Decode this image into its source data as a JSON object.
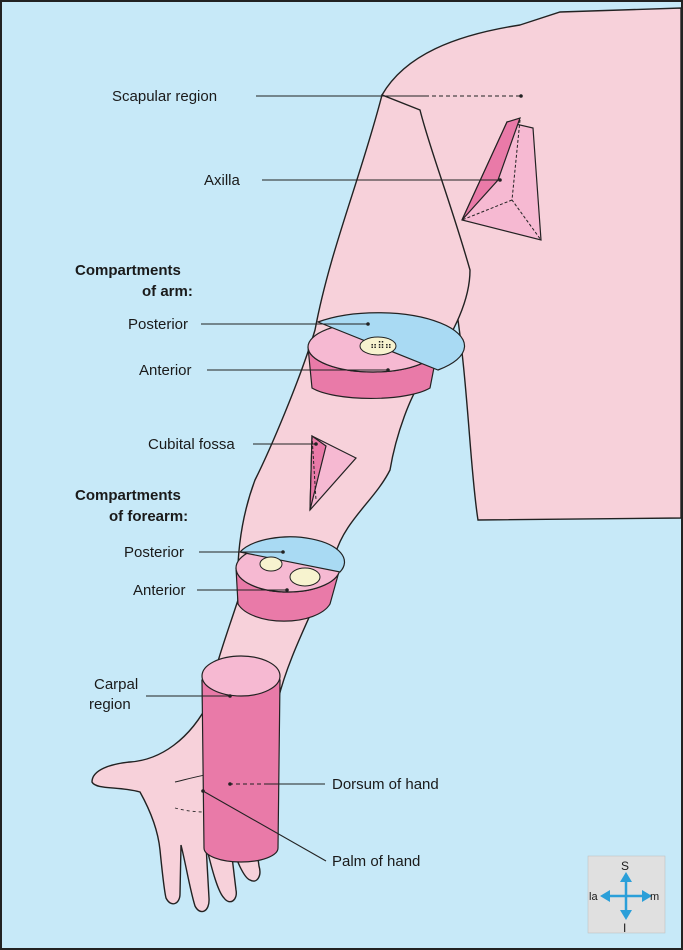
{
  "colors": {
    "background": "#c7e9f8",
    "skin": "#f7d1da",
    "band_side": "#e97aa8",
    "band_top": "#f6b9d2",
    "posterior_blue": "#a9daf3",
    "bone": "#f7f3cf",
    "compass_bg": "#e0e0e0",
    "compass_arrow": "#2a9fd9",
    "outline": "#222222"
  },
  "labels": {
    "scapular_region": "Scapular region",
    "axilla": "Axilla",
    "compartments_of_arm": [
      "Compartments",
      "of arm:"
    ],
    "arm_posterior": "Posterior",
    "arm_anterior": "Anterior",
    "cubital_fossa": "Cubital fossa",
    "compartments_of_forearm": [
      "Compartments",
      "of forearm:"
    ],
    "forearm_posterior": "Posterior",
    "forearm_anterior": "Anterior",
    "carpal_region": [
      "Carpal",
      "region"
    ],
    "dorsum_of_hand": "Dorsum of hand",
    "palm_of_hand": "Palm of hand"
  },
  "compass": {
    "superior": "S",
    "inferior": "I",
    "lateral": "la",
    "medial": "m",
    "icon": "orientation-compass-icon"
  }
}
